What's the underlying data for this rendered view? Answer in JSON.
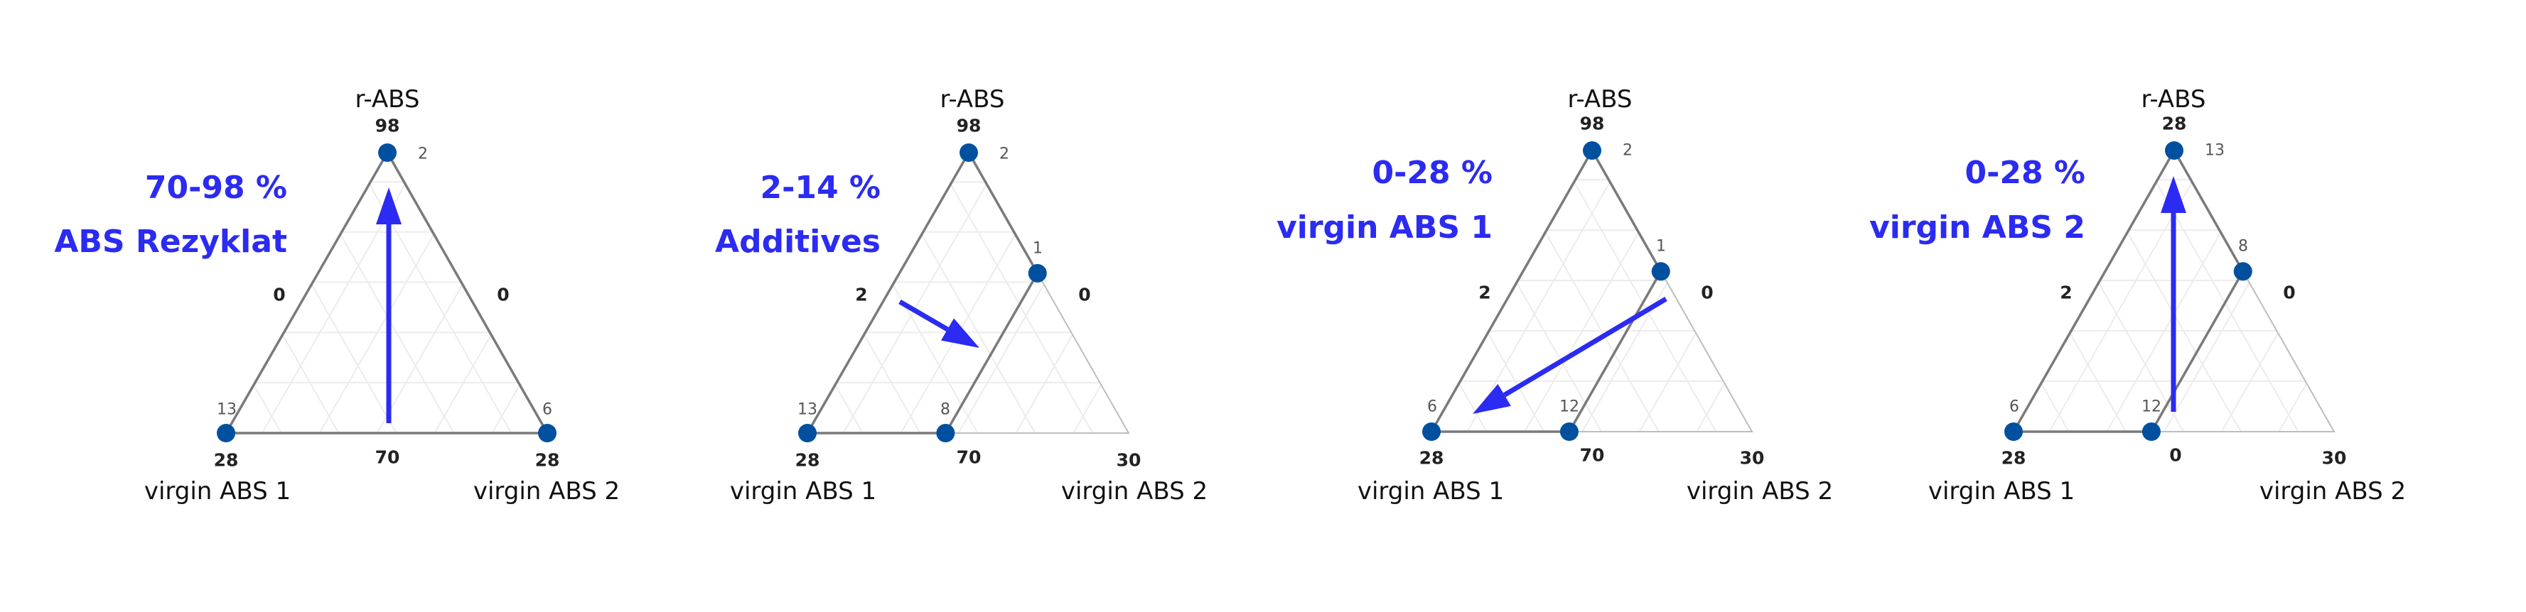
{
  "colors": {
    "annotation": "#2b2bf2",
    "point": "#0050a0",
    "polygon": "#7a7a7a",
    "triangle_outline": "#bdbdbd",
    "grid": "#ececec"
  },
  "chart_data": [
    {
      "type": "ternary",
      "title_lines": [
        "70-98 %",
        "ABS Rezyklat"
      ],
      "axes": {
        "top": "r-ABS",
        "left": "virgin ABS 1",
        "right": "virgin ABS 2"
      },
      "tick_labels": {
        "tick_top": "98",
        "tick_top_right": "2",
        "tick_left": "0",
        "tick_right": "0",
        "tick_bl_above": "13",
        "tick_br_above": "6",
        "tick_bl": "28",
        "tick_bottom": "70",
        "tick_br": "28"
      },
      "polygon_composition": [
        [
          1,
          0,
          0
        ],
        [
          0,
          1,
          0
        ],
        [
          0,
          0,
          1
        ]
      ],
      "arrow": "up"
    },
    {
      "type": "ternary",
      "title_lines": [
        "2-14 %",
        "Additives"
      ],
      "axes": {
        "top": "r-ABS",
        "left": "virgin ABS 1",
        "right": "virgin ABS 2"
      },
      "tick_labels": {
        "tick_top": "98",
        "tick_top_right": "2",
        "tick_left": "2",
        "tick_right": "0",
        "tick_side_point": "1",
        "tick_bl_above": "13",
        "tick_bp_above": "8",
        "tick_bl": "28",
        "tick_bottom": "70",
        "tick_br": "30"
      },
      "polygon_composition": [
        [
          1,
          0,
          0
        ],
        [
          0,
          1,
          0
        ],
        [
          0,
          0.57,
          0.43
        ],
        [
          0.57,
          0,
          0.43
        ]
      ],
      "arrow": "down-right"
    },
    {
      "type": "ternary",
      "title_lines": [
        "0-28 %",
        "virgin ABS 1"
      ],
      "axes": {
        "top": "r-ABS",
        "left": "virgin ABS 1",
        "right": "virgin ABS 2"
      },
      "tick_labels": {
        "tick_top": "98",
        "tick_top_right": "2",
        "tick_left": "2",
        "tick_right": "0",
        "tick_side_point": "1",
        "tick_bl_above": "6",
        "tick_bp_above": "12",
        "tick_bl": "28",
        "tick_bottom": "70",
        "tick_br": "30"
      },
      "polygon_composition": [
        [
          1,
          0,
          0
        ],
        [
          0,
          1,
          0
        ],
        [
          0,
          0.57,
          0.43
        ],
        [
          0.57,
          0,
          0.43
        ]
      ],
      "arrow": "down-left"
    },
    {
      "type": "ternary",
      "title_lines": [
        "0-28 %",
        "virgin ABS 2"
      ],
      "axes": {
        "top": "r-ABS",
        "left": "virgin ABS 1",
        "right": "virgin ABS 2"
      },
      "tick_labels": {
        "tick_top": "28",
        "tick_top_right": "13",
        "tick_left": "2",
        "tick_right": "0",
        "tick_side_point": "8",
        "tick_bl_above": "6",
        "tick_bp_above": "12",
        "tick_bl": "28",
        "tick_bottom": "0",
        "tick_br": "30"
      },
      "polygon_composition": [
        [
          1,
          0,
          0
        ],
        [
          0,
          1,
          0
        ],
        [
          0,
          0.57,
          0.43
        ],
        [
          0.57,
          0,
          0.43
        ]
      ],
      "arrow": "up"
    }
  ]
}
